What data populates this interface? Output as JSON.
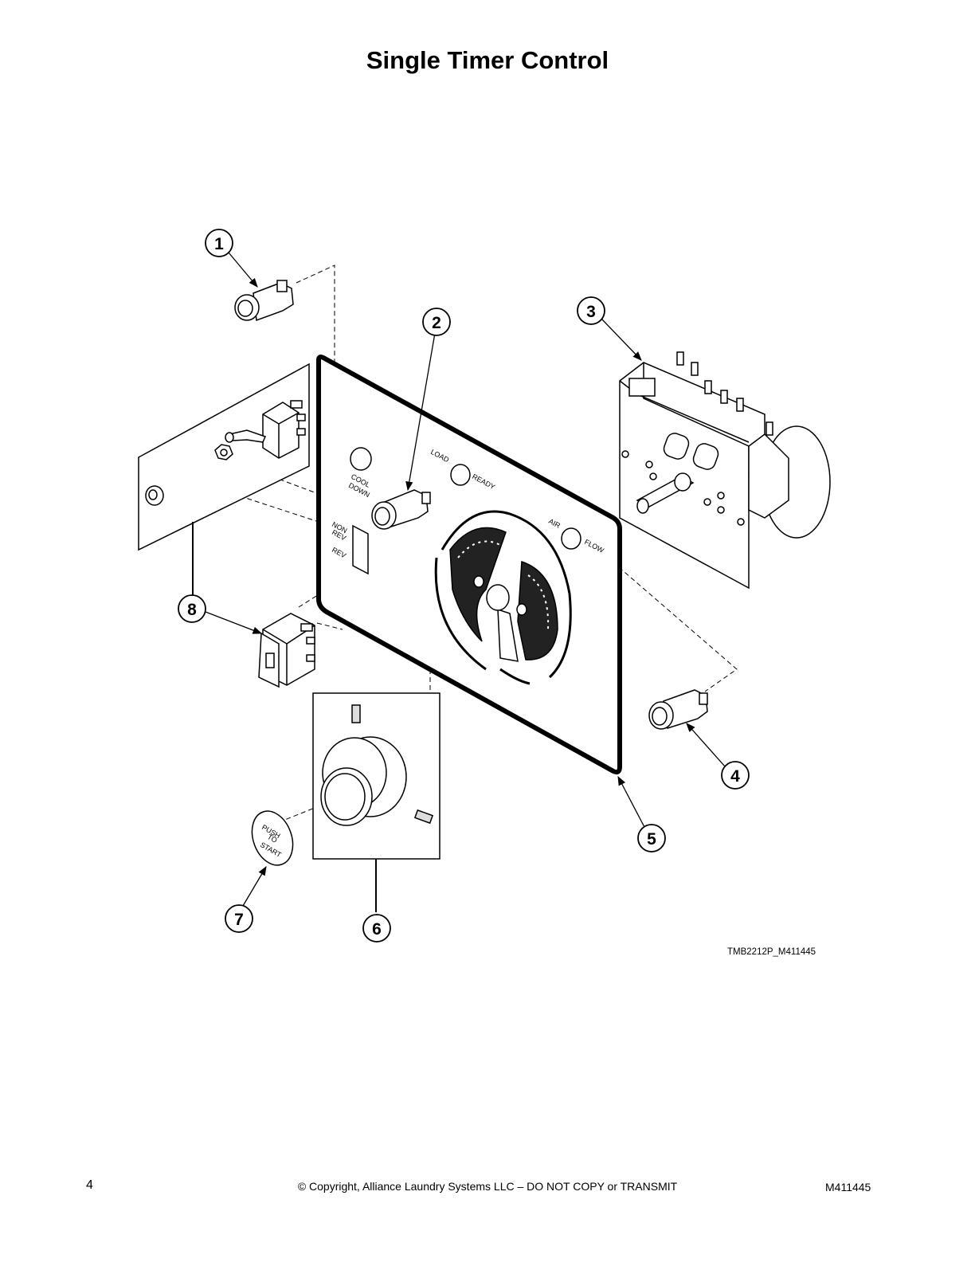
{
  "page": {
    "title": "Single Timer Control",
    "figure_ref": "TMB2212P_M411445"
  },
  "diagram": {
    "callouts": [
      "1",
      "2",
      "3",
      "4",
      "5",
      "6",
      "7",
      "8"
    ],
    "panel_labels": {
      "cool": "COOL",
      "down": "DOWN",
      "load": "LOAD",
      "ready": "READY",
      "non": "NON",
      "rev_top": "REV",
      "rev_bottom": "REV",
      "air": "AIR",
      "flow": "FLOW"
    },
    "button_labels": {
      "push": "PUSH",
      "to": "TO",
      "start": "START"
    }
  },
  "footer": {
    "page_number": "4",
    "copyright": "© Copyright, Alliance Laundry Systems LLC – DO NOT COPY or TRANSMIT",
    "doc_code": "M411445"
  }
}
